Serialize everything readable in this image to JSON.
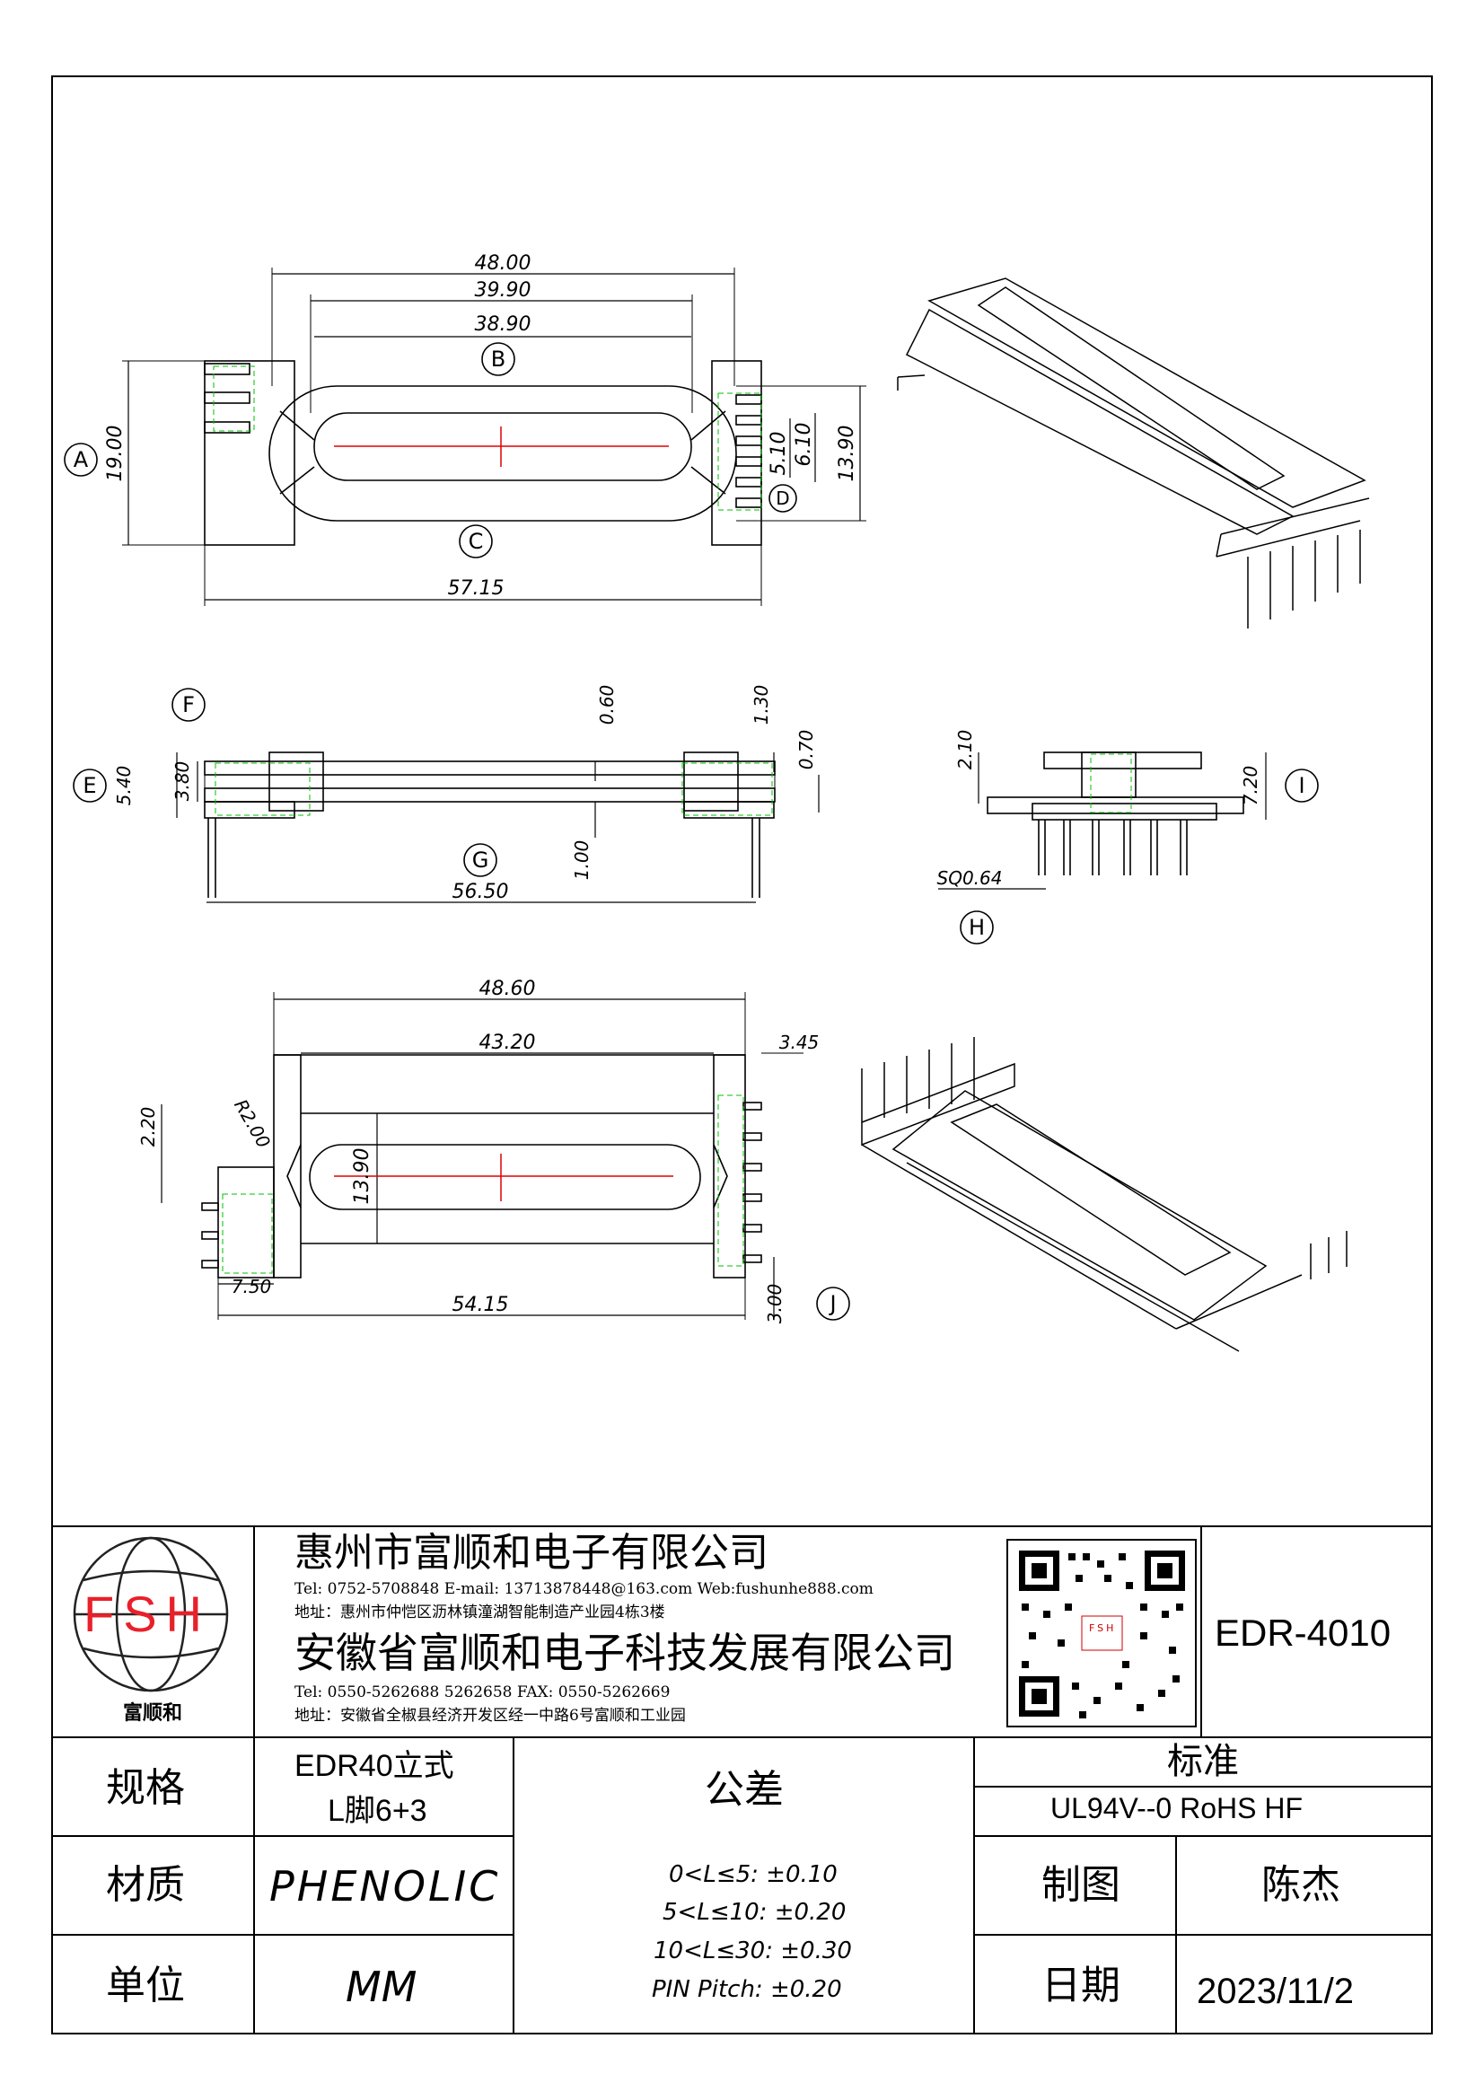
{
  "drawing": {
    "top_view": {
      "dims": [
        "48.00",
        "39.90",
        "38.90",
        "19.00",
        "13.90",
        "6.10",
        "5.10",
        "57.15"
      ],
      "labels": [
        "A",
        "B",
        "C",
        "D"
      ]
    },
    "side_view": {
      "dims": [
        "0.60",
        "1.30",
        "0.70",
        "5.40",
        "3.80",
        "1.00",
        "56.50"
      ],
      "labels": [
        "E",
        "F",
        "G"
      ]
    },
    "end_view": {
      "dims": [
        "2.10",
        "7.20",
        "SQ0.64"
      ],
      "labels": [
        "H",
        "I"
      ]
    },
    "bottom_view": {
      "dims": [
        "48.60",
        "43.20",
        "3.45",
        "2.20",
        "R2.00",
        "13.90",
        "7.50",
        "54.15",
        "3.00"
      ],
      "labels": [
        "J"
      ]
    }
  },
  "company": {
    "logo_text": "FSH",
    "logo_caption": "富顺和",
    "name1": "惠州市富顺和电子有限公司",
    "contact1": "Tel: 0752-5708848  E-mail: 13713878448@163.com  Web:fushunhe888.com",
    "address1": "地址：惠州市仲恺区沥林镇潼湖智能制造产业园4栋3楼",
    "name2": "安徽省富顺和电子科技发展有限公司",
    "contact2": "Tel:  0550-5262688  5262658      FAX: 0550-5262669",
    "address2": "地址：安徽省全椒县经济开发区经一中路6号富顺和工业园",
    "qr_caption": "FSH"
  },
  "part_no": "EDR-4010",
  "table": {
    "spec_label": "规格",
    "spec_value_1": "EDR40立式",
    "spec_value_2": "L脚6+3",
    "material_label": "材质",
    "material_value": "PHENOLIC",
    "unit_label": "单位",
    "unit_value": "MM",
    "tolerance_label": "公差",
    "tolerances": [
      "0<L≤5: ±0.10",
      "5<L≤10: ±0.20",
      "10<L≤30: ±0.30",
      "PIN Pitch: ±0.20"
    ],
    "standard_label": "标准",
    "standard_value": "UL94V--0  RoHS HF",
    "drawn_label": "制图",
    "drawn_value": "陈杰",
    "date_label": "日期",
    "date_value": "2023/11/2"
  },
  "colors": {
    "line": "#000000",
    "centerline": "#e00000",
    "hidden": "#00c000",
    "logo_red": "#e8202a"
  }
}
